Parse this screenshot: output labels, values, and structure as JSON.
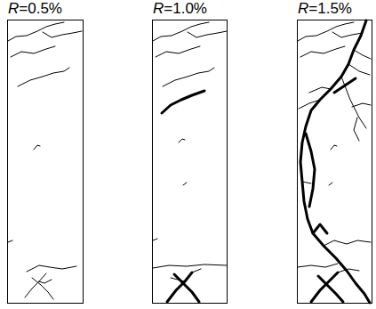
{
  "diagram": {
    "nodes": [
      {
        "text": [
          "R=0.5%"
        ]
      },
      {
        "text": [
          "R=1.0%"
        ]
      },
      {
        "text": [
          "R=1.5%"
        ]
      }
    ]
  }
}
